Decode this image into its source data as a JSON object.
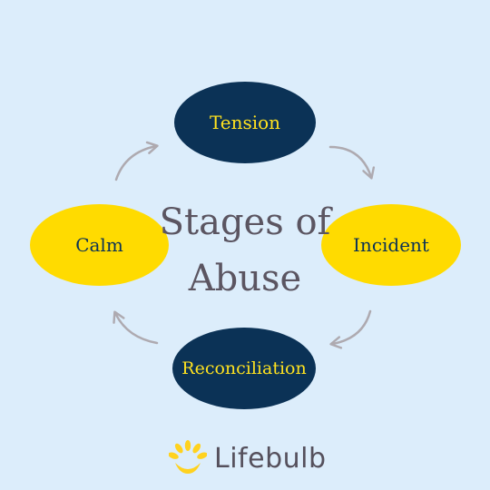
{
  "diagram": {
    "title_line1": "Stages of",
    "title_line2": "Abuse",
    "stages": {
      "tension": "Tension",
      "incident": "Incident",
      "reconciliation": "Reconciliation",
      "calm": "Calm"
    }
  },
  "colors": {
    "background": "#dcedfb",
    "dark_stage": "#0b3256",
    "dark_stage_text": "#ffe21f",
    "light_stage": "#ffdb00",
    "light_stage_text": "#0b3256",
    "title": "#5b5561",
    "arrow": "#aeaab0"
  },
  "logo": {
    "text": "Lifebulb",
    "icon": "sun-bulb-icon"
  }
}
